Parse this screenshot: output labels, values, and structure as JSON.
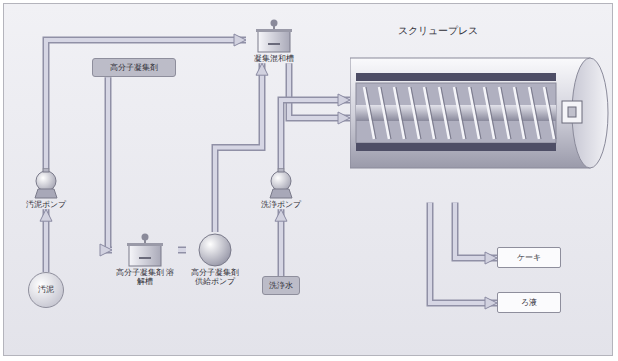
{
  "diagram": {
    "nodes": [
      {
        "text": [
          "汚泥"
        ]
      },
      {
        "text": [
          "汚泥ポンプ"
        ]
      },
      {
        "text": [
          "高分子凝集剤"
        ]
      },
      {
        "text": [
          "高分子凝集剤 溶解槽"
        ]
      },
      {
        "text": [
          "高分子凝集剤 供給ポンプ"
        ]
      },
      {
        "text": [
          "凝集混和槽"
        ]
      },
      {
        "text": [
          "洗浄水"
        ]
      },
      {
        "text": [
          "洗浄ポンプ"
        ]
      },
      {
        "text": [
          "スクリュープレス"
        ]
      },
      {
        "text": [
          "ケーキ"
        ]
      },
      {
        "text": [
          "ろ液"
        ]
      }
    ],
    "edges": [
      {
        "from": 0,
        "to": 1,
        "arrow": "to"
      },
      {
        "from": 1,
        "to": 5,
        "arrow": "to"
      },
      {
        "from": 2,
        "to": 3,
        "arrow": "to"
      },
      {
        "from": 3,
        "to": 4,
        "arrow": "none"
      },
      {
        "from": 4,
        "to": 5,
        "arrow": "to"
      },
      {
        "from": 5,
        "to": 8,
        "arrow": "to"
      },
      {
        "from": 6,
        "to": 7,
        "arrow": "to"
      },
      {
        "from": 7,
        "to": 8,
        "arrow": "to"
      },
      {
        "from": 8,
        "to": 9,
        "arrow": "to"
      },
      {
        "from": 8,
        "to": 10,
        "arrow": "to"
      }
    ]
  }
}
